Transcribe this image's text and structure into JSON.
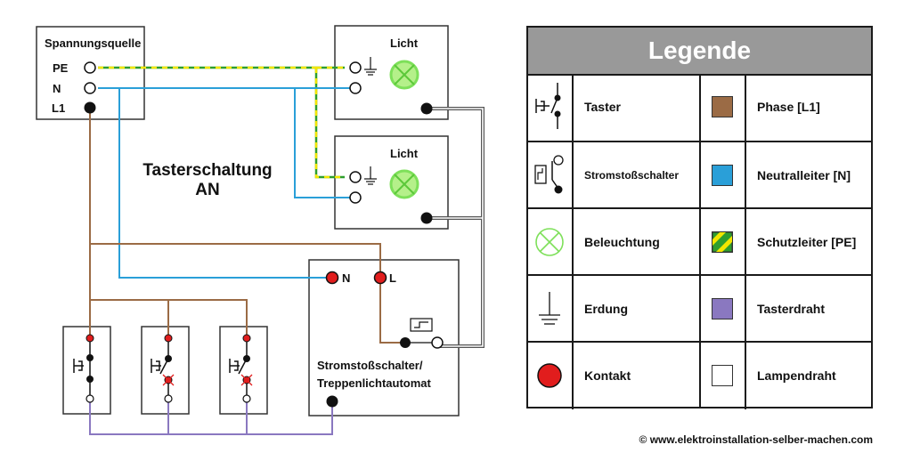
{
  "source": {
    "title": "Spannungsquelle",
    "terminals": [
      "PE",
      "N",
      "L1"
    ]
  },
  "lamps": [
    {
      "title": "Licht"
    },
    {
      "title": "Licht"
    }
  ],
  "diagram_title": {
    "line1": "Tasterschaltung",
    "line2": "AN"
  },
  "relay": {
    "terminal_n": "N",
    "terminal_l": "L",
    "label_line1": "Stromstoßschalter/",
    "label_line2": "Treppenlichtautomat"
  },
  "colors": {
    "phase": "#9b6b45",
    "neutral": "#2a9fd8",
    "earth_green": "#2e9e2e",
    "earth_yellow": "#f2e600",
    "button_wire": "#8a78c0",
    "lamp_wire": "#aaaaaa",
    "contact": "#e11d1d",
    "lamp_green": "#7ee05a"
  },
  "legend": {
    "title": "Legende",
    "rows": [
      {
        "left": {
          "icon": "push-button-icon",
          "label": "Taster"
        },
        "right": {
          "swatch": "phase",
          "label": "Phase [L1]"
        }
      },
      {
        "left": {
          "icon": "impulse-switch-icon",
          "label": "Stromstoßschalter"
        },
        "right": {
          "swatch": "neutral",
          "label": "Neutralleiter [N]"
        }
      },
      {
        "left": {
          "icon": "lamp-icon",
          "label": "Beleuchtung"
        },
        "right": {
          "swatch": "earth",
          "label": "Schutzleiter [PE]"
        }
      },
      {
        "left": {
          "icon": "ground-icon",
          "label": "Erdung"
        },
        "right": {
          "swatch": "button_wire",
          "label": "Tasterdraht"
        }
      },
      {
        "left": {
          "icon": "contact-icon",
          "label": "Kontakt"
        },
        "right": {
          "swatch": "lamp_wire",
          "label": "Lampendraht"
        }
      }
    ]
  },
  "copyright": "© www.elektroinstallation-selber-machen.com"
}
